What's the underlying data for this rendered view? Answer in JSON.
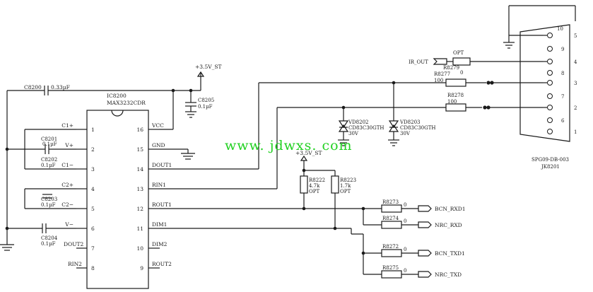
{
  "ic": {
    "designator": "IC8200",
    "part": "MAX3232CDR",
    "pins": [
      {
        "num": "1",
        "name": "C1+"
      },
      {
        "num": "2",
        "name": "V+"
      },
      {
        "num": "3",
        "name": "C1−"
      },
      {
        "num": "4",
        "name": "C2+"
      },
      {
        "num": "5",
        "name": "C2−"
      },
      {
        "num": "6",
        "name": "V−"
      },
      {
        "num": "7",
        "name": "DOUT2"
      },
      {
        "num": "8",
        "name": "RIN2"
      },
      {
        "num": "16",
        "name": "VCC"
      },
      {
        "num": "15",
        "name": "GND"
      },
      {
        "num": "14",
        "name": "DOUT1"
      },
      {
        "num": "13",
        "name": "RIN1"
      },
      {
        "num": "12",
        "name": "ROUT1"
      },
      {
        "num": "11",
        "name": "DIM1"
      },
      {
        "num": "10",
        "name": "DIM2"
      },
      {
        "num": "9",
        "name": "ROUT2"
      }
    ]
  },
  "power": {
    "rail_top": "+3.5V_ST",
    "rail_mid": "+3.5V_ST"
  },
  "capacitors": [
    {
      "ref": "C8200",
      "value": "0.33µF"
    },
    {
      "ref": "C8205",
      "value": "0.1µF"
    },
    {
      "ref": "C8201",
      "value": "0.1µF"
    },
    {
      "ref": "C8202",
      "value": "0.1µF"
    },
    {
      "ref": "C8203",
      "value": "0.1µF"
    },
    {
      "ref": "C8204",
      "value": "0.1µF"
    }
  ],
  "resistors": [
    {
      "ref": "R8279",
      "value": "0",
      "extra": "OPT"
    },
    {
      "ref": "R8277",
      "value": "100"
    },
    {
      "ref": "R8278",
      "value": "100"
    },
    {
      "ref": "R8222",
      "value": "4.7k",
      "extra": "OPT"
    },
    {
      "ref": "R8223",
      "value": "1.7k",
      "extra": "OPT"
    },
    {
      "ref": "R8273",
      "value": "0"
    },
    {
      "ref": "R8274",
      "value": "0"
    },
    {
      "ref": "R8272",
      "value": "0"
    },
    {
      "ref": "R8275",
      "value": "0"
    }
  ],
  "diodes": [
    {
      "ref": "VD8202",
      "part": "CD83C30GTH",
      "voltage": "30V"
    },
    {
      "ref": "VD8203",
      "part": "CD83C30GTH",
      "voltage": "30V"
    }
  ],
  "nets": {
    "ir_out": "IR_OUT",
    "bcn_rxd1": "BCN_RXD1",
    "nrc_rxd": "NRC_RXD",
    "bcn_txd1": "BCN_TXD1",
    "nrc_txd": "NRC_TXD"
  },
  "connector": {
    "ref": "JK8201",
    "part": "SPG09-DB-003",
    "shell_pin": "10",
    "pins": [
      "5",
      "9",
      "4",
      "8",
      "3",
      "7",
      "2",
      "6",
      "1"
    ]
  },
  "watermark": "www. jdwxs. com"
}
